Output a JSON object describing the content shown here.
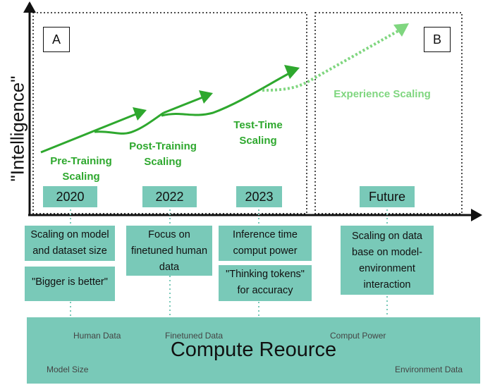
{
  "y_axis_label": "\"Intelligence\"",
  "panels": {
    "a": "A",
    "b": "B"
  },
  "phases": [
    {
      "line1": "Pre-Training",
      "line2": "Scaling"
    },
    {
      "line1": "Post-Training",
      "line2": "Scaling"
    },
    {
      "line1": "Test-Time",
      "line2": "Scaling"
    }
  ],
  "experience_label": "Experience Scaling",
  "years": [
    "2020",
    "2022",
    "2023",
    "Future"
  ],
  "cards": {
    "c2020": [
      "Scaling on model and dataset size",
      "\"Bigger is better\""
    ],
    "c2022": [
      "Focus on finetuned human data"
    ],
    "c2023": [
      "Inference time comput power",
      "\"Thinking tokens\" for accuracy"
    ],
    "cfuture": [
      "Scaling on data base on model-environment interaction"
    ]
  },
  "resources": {
    "title": "Compute Reource",
    "human_data": "Human Data",
    "finetuned_data": "Finetuned Data",
    "comput_power": "Comput Power",
    "model_size": "Model Size",
    "environment_data": "Environment Data"
  },
  "colors": {
    "accent_green": "#2ea82e",
    "light_green": "#7fd67f",
    "teal": "#79c9b8"
  }
}
